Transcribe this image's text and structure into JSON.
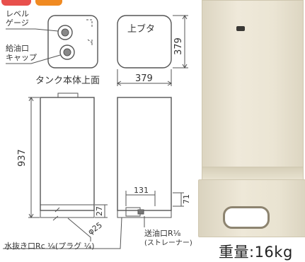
{
  "colors": {
    "badge_left": "#e8504c",
    "badge_right": "#f08a22",
    "tank_body": "#ebe5d4",
    "drawing_line": "#555555"
  },
  "labels": {
    "level_gauge_line1": "レベル",
    "level_gauge_line2": "ゲージ",
    "fill_port_line1": "給油口",
    "fill_port_line2": "キャップ",
    "top_view_caption": "タンク本体上面",
    "lid_label": "上ブタ",
    "drain_label": "水抜き口Rc ¼(プラグ ¼)",
    "supply_label_line1": "送油口R⅛",
    "supply_label_line2": "(ストレーナー)",
    "weight": "重量:16kg"
  },
  "dimensions": {
    "lid_width": "379",
    "lid_depth": "379",
    "height": "937",
    "port_offset": "131",
    "port_height": "71",
    "drain_height": "27",
    "drain_diameter": "φ25"
  }
}
